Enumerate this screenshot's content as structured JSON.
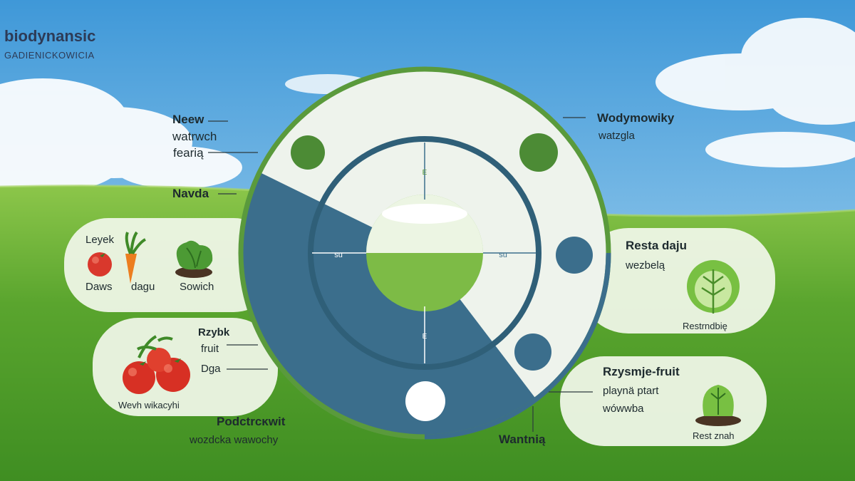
{
  "brand": {
    "title": "biodynansic",
    "subtitle": "GADIENICKOWICIA"
  },
  "callouts": {
    "top_left": {
      "title": "Neew",
      "line1": "watrwch",
      "line2": "fearią"
    },
    "left_mid": {
      "title": "Navda"
    },
    "top_right": {
      "title": "Wodymowiky",
      "subtitle": "watzgla"
    },
    "right_mid": {
      "title": "Resta daju",
      "subtitle": "wezbelą"
    },
    "right_low": {
      "title": "Rzysmje-fruit",
      "line1": "playnä ptart",
      "line2": "wówwba"
    },
    "bottom_center": {
      "title": "Podctrcĸwit",
      "subtitle": "wozdcka wawochy"
    },
    "bottom_right": {
      "title": "Wantnią"
    }
  },
  "cards": {
    "left_upper": {
      "top_left": "Leyek",
      "bottom_left": "Daws",
      "bottom_mid": "dagu",
      "bottom_right": "Sowich"
    },
    "left_lower": {
      "title": "Rzybk",
      "line1": "fruit",
      "line2": "Dga",
      "caption": "Wevh wikacyhi"
    },
    "right_upper": {
      "caption": "Restrndbię"
    },
    "right_lower": {
      "caption": "Rest znah"
    }
  },
  "wheel": {
    "marks": {
      "left": "su",
      "right": "su",
      "top": "E",
      "bottom": "E"
    }
  },
  "colors": {
    "outer_ring": "#5a9a3c",
    "blue": "#3b6e8c",
    "ring_light": "#eef3ec",
    "green_dot": "#4c8b35",
    "card_bg": "#eef5e6"
  },
  "icons": [
    "tomato-icon",
    "carrot-icon",
    "lettuce-icon",
    "tomatoes-icon",
    "cabbage-icon",
    "seedling-icon",
    "moon-icon"
  ]
}
